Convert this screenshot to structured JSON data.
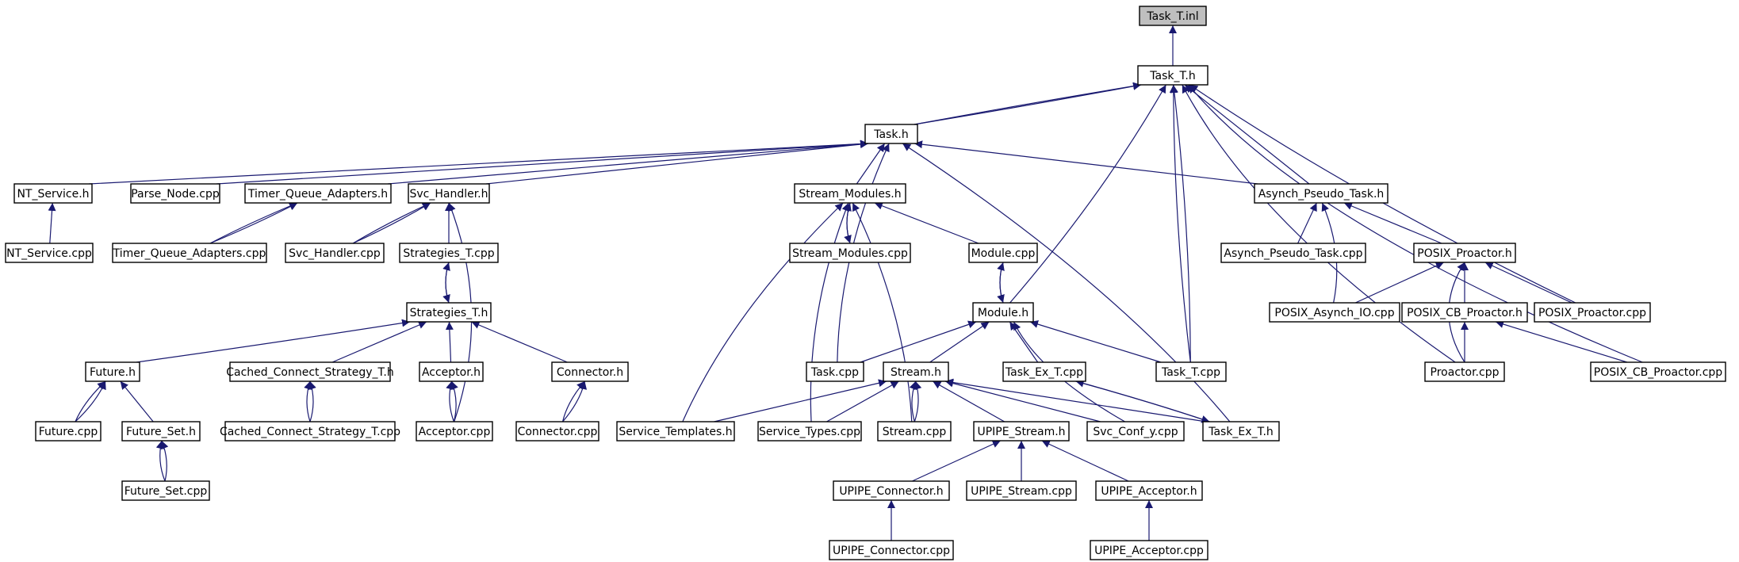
{
  "diagram": {
    "root": "Task_T.inl",
    "colors": {
      "edge": "#191970",
      "root_fill": "#bfbfbf",
      "node_fill": "#ffffff",
      "border": "#000000"
    },
    "nodes": [
      {
        "id": "task_t_inl",
        "label": "Task_T.inl",
        "root": true
      },
      {
        "id": "task_t_h",
        "label": "Task_T.h"
      },
      {
        "id": "task_h",
        "label": "Task.h"
      },
      {
        "id": "nt_service_h",
        "label": "NT_Service.h"
      },
      {
        "id": "parse_node_cpp",
        "label": "Parse_Node.cpp"
      },
      {
        "id": "tqa_h",
        "label": "Timer_Queue_Adapters.h"
      },
      {
        "id": "svc_handler_h",
        "label": "Svc_Handler.h"
      },
      {
        "id": "stream_modules_h",
        "label": "Stream_Modules.h"
      },
      {
        "id": "asynch_pseudo_task_h",
        "label": "Asynch_Pseudo_Task.h"
      },
      {
        "id": "nt_service_cpp",
        "label": "NT_Service.cpp"
      },
      {
        "id": "tqa_cpp",
        "label": "Timer_Queue_Adapters.cpp"
      },
      {
        "id": "svc_handler_cpp",
        "label": "Svc_Handler.cpp"
      },
      {
        "id": "strategies_t_cpp",
        "label": "Strategies_T.cpp"
      },
      {
        "id": "stream_modules_cpp",
        "label": "Stream_Modules.cpp"
      },
      {
        "id": "module_cpp",
        "label": "Module.cpp"
      },
      {
        "id": "asynch_pseudo_task_cpp",
        "label": "Asynch_Pseudo_Task.cpp"
      },
      {
        "id": "posix_proactor_h",
        "label": "POSIX_Proactor.h"
      },
      {
        "id": "strategies_t_h",
        "label": "Strategies_T.h"
      },
      {
        "id": "module_h",
        "label": "Module.h"
      },
      {
        "id": "posix_asynch_io_cpp",
        "label": "POSIX_Asynch_IO.cpp"
      },
      {
        "id": "posix_cb_proactor_h",
        "label": "POSIX_CB_Proactor.h"
      },
      {
        "id": "posix_proactor_cpp",
        "label": "POSIX_Proactor.cpp"
      },
      {
        "id": "future_h",
        "label": "Future.h"
      },
      {
        "id": "ccs_t_h",
        "label": "Cached_Connect_Strategy_T.h"
      },
      {
        "id": "acceptor_h",
        "label": "Acceptor.h"
      },
      {
        "id": "connector_h",
        "label": "Connector.h"
      },
      {
        "id": "task_cpp",
        "label": "Task.cpp"
      },
      {
        "id": "stream_h",
        "label": "Stream.h"
      },
      {
        "id": "task_ex_t_cpp",
        "label": "Task_Ex_T.cpp"
      },
      {
        "id": "task_t_cpp",
        "label": "Task_T.cpp"
      },
      {
        "id": "proactor_cpp",
        "label": "Proactor.cpp"
      },
      {
        "id": "posix_cb_proactor_cpp",
        "label": "POSIX_CB_Proactor.cpp"
      },
      {
        "id": "future_cpp",
        "label": "Future.cpp"
      },
      {
        "id": "future_set_h",
        "label": "Future_Set.h"
      },
      {
        "id": "ccs_t_cpp",
        "label": "Cached_Connect_Strategy_T.cpp"
      },
      {
        "id": "acceptor_cpp",
        "label": "Acceptor.cpp"
      },
      {
        "id": "connector_cpp",
        "label": "Connector.cpp"
      },
      {
        "id": "service_templates_h",
        "label": "Service_Templates.h"
      },
      {
        "id": "service_types_cpp",
        "label": "Service_Types.cpp"
      },
      {
        "id": "stream_cpp",
        "label": "Stream.cpp"
      },
      {
        "id": "upipe_stream_h",
        "label": "UPIPE_Stream.h"
      },
      {
        "id": "svc_conf_y_cpp",
        "label": "Svc_Conf_y.cpp"
      },
      {
        "id": "task_ex_t_h",
        "label": "Task_Ex_T.h"
      },
      {
        "id": "future_set_cpp",
        "label": "Future_Set.cpp"
      },
      {
        "id": "upipe_connector_h",
        "label": "UPIPE_Connector.h"
      },
      {
        "id": "upipe_stream_cpp",
        "label": "UPIPE_Stream.cpp"
      },
      {
        "id": "upipe_acceptor_h",
        "label": "UPIPE_Acceptor.h"
      },
      {
        "id": "upipe_connector_cpp",
        "label": "UPIPE_Connector.cpp"
      },
      {
        "id": "upipe_acceptor_cpp",
        "label": "UPIPE_Acceptor.cpp"
      }
    ]
  }
}
